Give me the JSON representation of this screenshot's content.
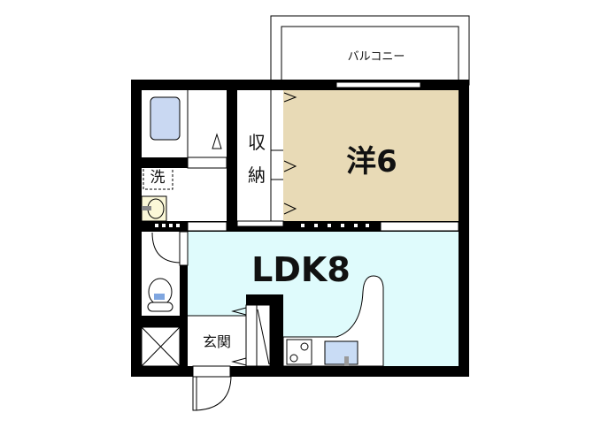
{
  "rooms": {
    "balcony": {
      "label": "バルコニー"
    },
    "western_room": {
      "label": "洋6",
      "color": "#e8dab6"
    },
    "storage": {
      "label_line1": "収",
      "label_line2": "納"
    },
    "ldk": {
      "label": "LDK8",
      "color": "#dffbfc"
    },
    "entrance": {
      "label": "玄関"
    },
    "washroom": {
      "label": "洗"
    }
  },
  "colors": {
    "wall": "#000000",
    "bathtub": "#c9d8f2",
    "toilet_water": "#7fa6e0"
  }
}
